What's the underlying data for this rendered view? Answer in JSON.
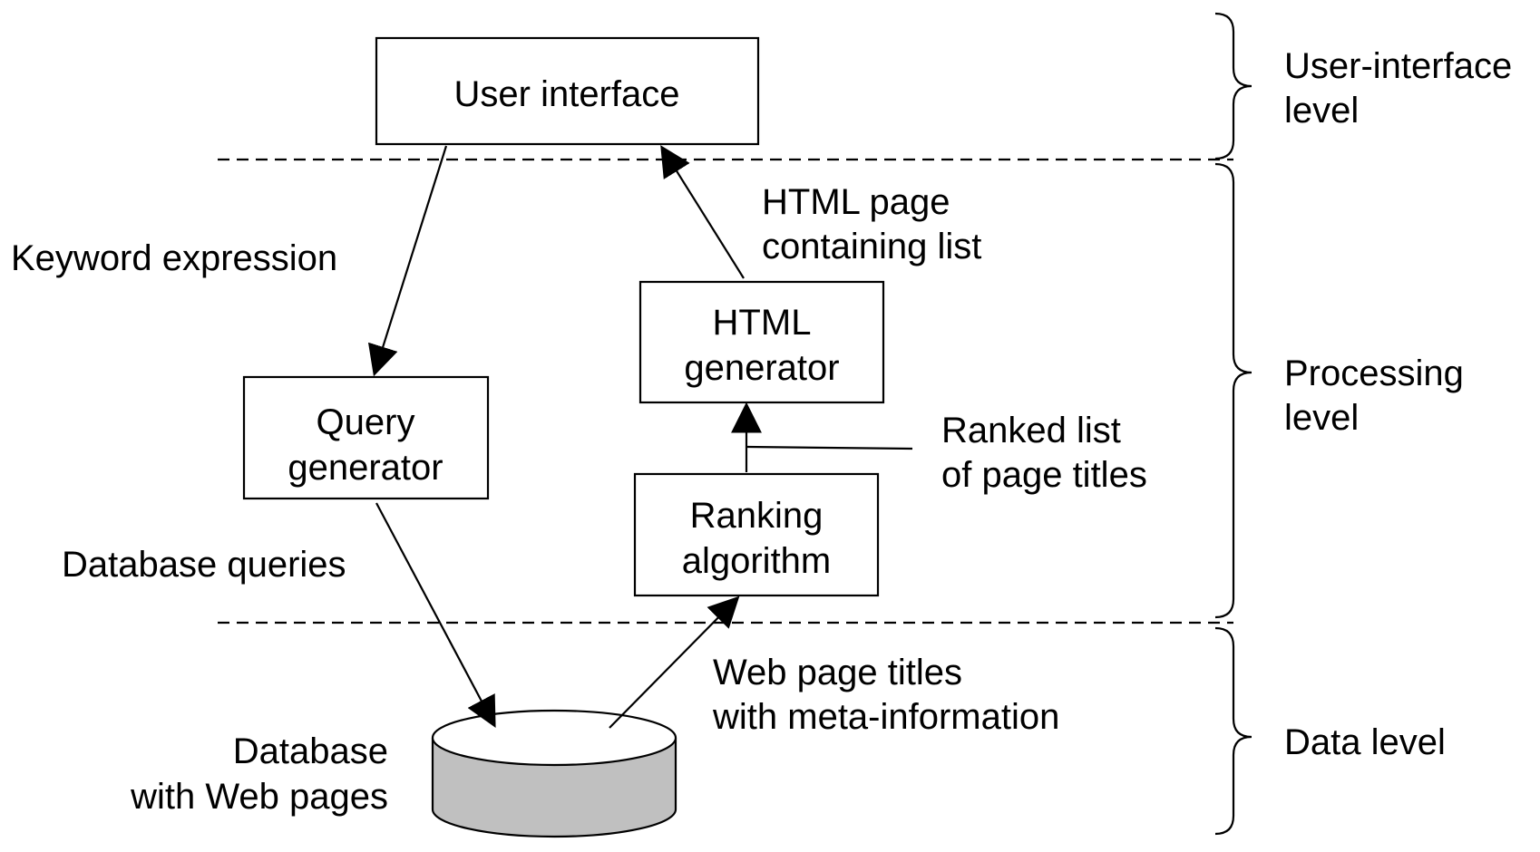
{
  "boxes": {
    "user_interface": "User interface",
    "html_generator": [
      "HTML",
      "generator"
    ],
    "query_generator": [
      "Query",
      "generator"
    ],
    "ranking_algorithm": [
      "Ranking",
      "algorithm"
    ]
  },
  "database": [
    "Database",
    "with Web pages"
  ],
  "arrow_labels": {
    "keyword_expression": "Keyword expression",
    "html_page": [
      "HTML page",
      "containing list"
    ],
    "ranked_list": [
      "Ranked list",
      "of page titles"
    ],
    "database_queries": "Database queries",
    "web_page_titles": [
      "Web page titles",
      "with meta-information"
    ]
  },
  "levels": {
    "user_interface": [
      "User-interface",
      "level"
    ],
    "processing": [
      "Processing",
      "level"
    ],
    "data": [
      "Data level"
    ]
  },
  "colors": {
    "database_fill": "#c0c0c0",
    "stroke": "#000000",
    "background": "#ffffff"
  }
}
